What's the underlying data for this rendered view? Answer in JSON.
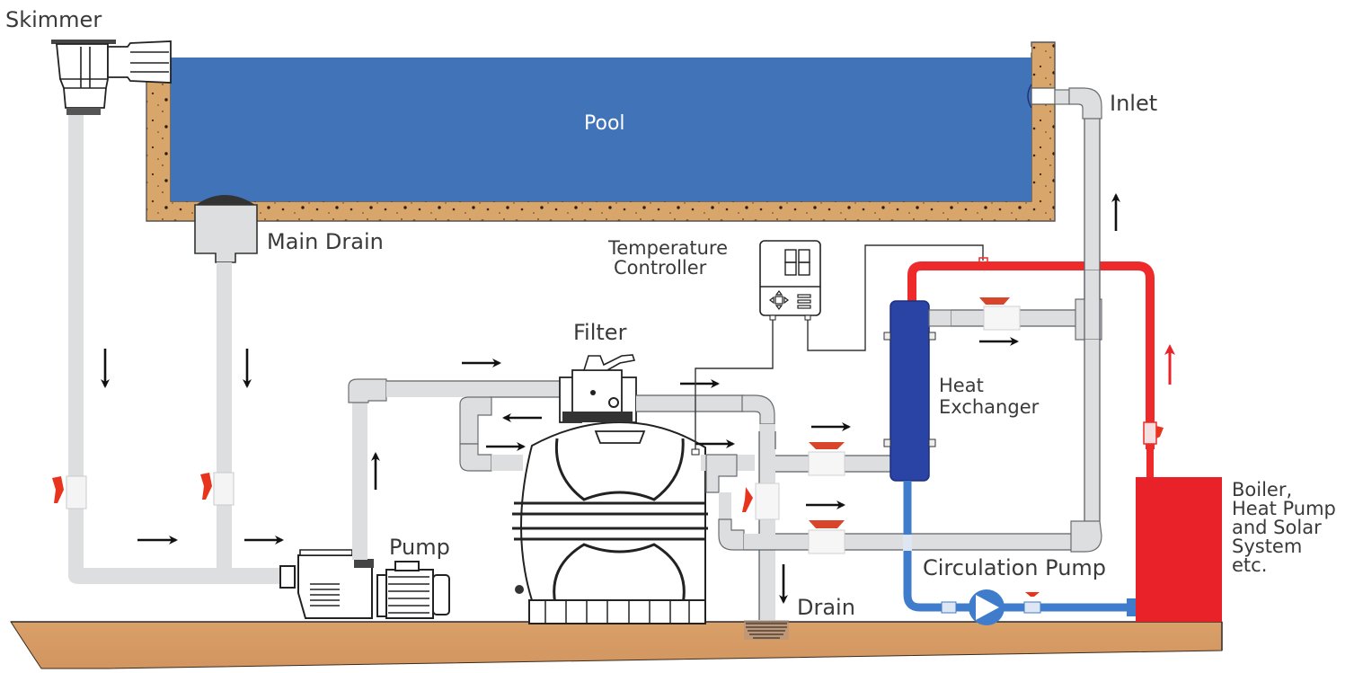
{
  "title": "Pool heating system with heat exchanger",
  "labels": {
    "skimmer": "Skimmer",
    "pool": "Pool",
    "main_drain": "Main Drain",
    "inlet": "Inlet",
    "temperature_controller_line1": "Temperature",
    "temperature_controller_line2": "Controller",
    "filter": "Filter",
    "pump": "Pump",
    "heat_exchanger_line1": "Heat",
    "heat_exchanger_line2": "Exchanger",
    "drain": "Drain",
    "circulation_pump": "Circulation Pump",
    "heat_source_line1": "Boiler,",
    "heat_source_line2": "Heat Pump",
    "heat_source_line3": "and Solar",
    "heat_source_line4": "System",
    "heat_source_line5": "etc."
  },
  "components": [
    {
      "id": "skimmer",
      "type": "skimmer"
    },
    {
      "id": "pool",
      "type": "pool"
    },
    {
      "id": "main-drain",
      "type": "drain"
    },
    {
      "id": "inlet",
      "type": "return-inlet"
    },
    {
      "id": "pump",
      "type": "filter-pump"
    },
    {
      "id": "filter",
      "type": "sand-filter",
      "valve": "multiport"
    },
    {
      "id": "temperature-controller",
      "type": "controller",
      "display": "88",
      "buttons": [
        "up",
        "down",
        "left",
        "right",
        "center",
        "menu-1",
        "menu-2",
        "menu-3"
      ]
    },
    {
      "id": "heat-exchanger",
      "type": "heat-exchanger"
    },
    {
      "id": "circulation-pump",
      "type": "circulation-pump"
    },
    {
      "id": "heat-source",
      "type": "boiler / heat pump / solar"
    }
  ],
  "valves": [
    {
      "id": "skimmer-line-valve",
      "color": "#e8341c"
    },
    {
      "id": "main-drain-line-valve",
      "color": "#e8341c"
    },
    {
      "id": "drain-valve",
      "color": "#e8341c"
    },
    {
      "id": "exchanger-inlet-valve",
      "color": "#d9452a"
    },
    {
      "id": "bypass-valve",
      "color": "#d9452a"
    },
    {
      "id": "exchanger-outlet-valve",
      "color": "#d9452a"
    },
    {
      "id": "hot-return-valve",
      "color": "#e8341c"
    },
    {
      "id": "circulation-valve",
      "color": "#e8341c"
    }
  ],
  "flow": [
    {
      "id": "skimmer-down",
      "direction": "down"
    },
    {
      "id": "drain-down",
      "direction": "down"
    },
    {
      "id": "to-pump-1",
      "direction": "right"
    },
    {
      "id": "to-pump-2",
      "direction": "right"
    },
    {
      "id": "pump-up",
      "direction": "up"
    },
    {
      "id": "to-filter",
      "direction": "right"
    },
    {
      "id": "filter-return-left",
      "direction": "left"
    },
    {
      "id": "filter-return-right",
      "direction": "right"
    },
    {
      "id": "filter-out",
      "direction": "right"
    },
    {
      "id": "sensor-flow",
      "direction": "right"
    },
    {
      "id": "to-exchanger",
      "direction": "right"
    },
    {
      "id": "bypass",
      "direction": "right"
    },
    {
      "id": "exchanger-out",
      "direction": "right"
    },
    {
      "id": "to-inlet",
      "direction": "up"
    },
    {
      "id": "hot-water-up",
      "direction": "up"
    },
    {
      "id": "to-drain",
      "direction": "down"
    }
  ],
  "colors": {
    "water": "#4173b8",
    "pool_wall": "#d8a56a",
    "pipe": "#dcdee0",
    "hot_pipe": "#ee2a2a",
    "cold_loop_pipe": "#3f7ccc",
    "heat_exchanger": "#2a44a6",
    "heat_source": "#e82228",
    "ground": "#d79b63",
    "arrow": "#111111",
    "hot_arrow": "#e8232a"
  }
}
